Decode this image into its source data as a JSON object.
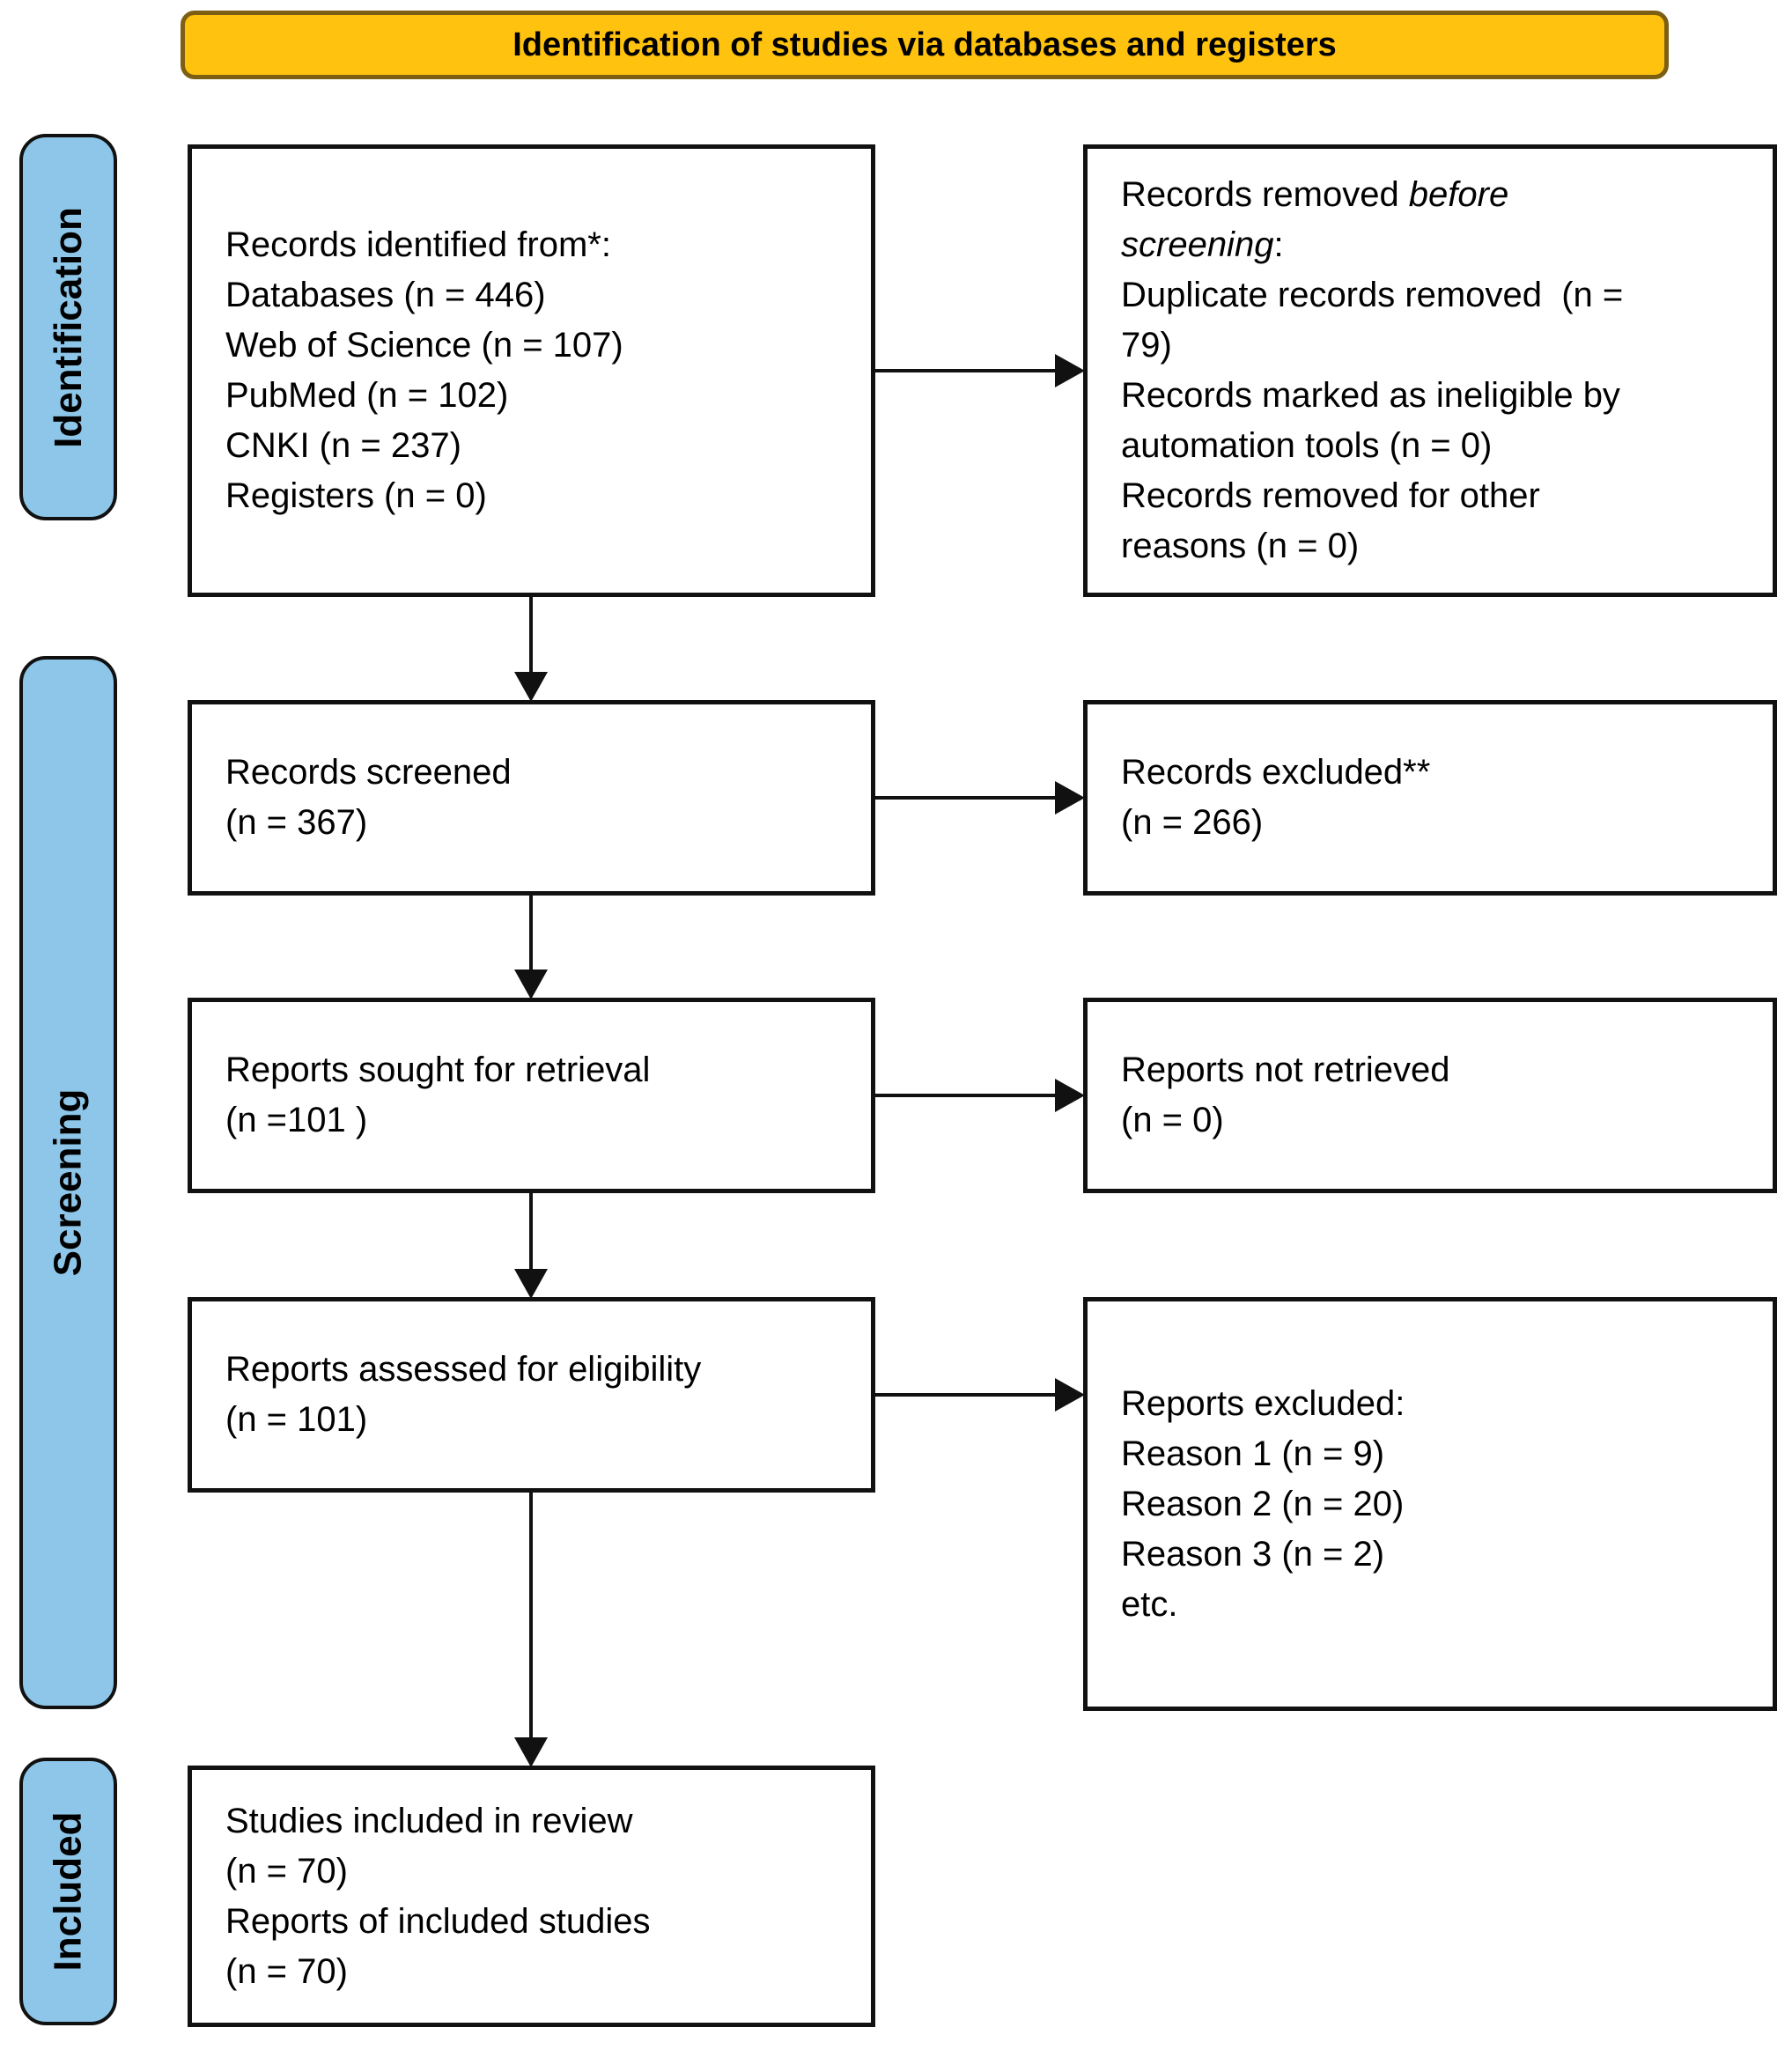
{
  "banner": {
    "title": "Identification of studies via databases and registers"
  },
  "colors": {
    "banner_fill": "#ffc20e",
    "banner_border": "#7d5f14",
    "stage_fill": "#8dc6e8",
    "box_border": "#111111",
    "background": "#ffffff"
  },
  "stages": {
    "identification": "Identification",
    "screening": "Screening",
    "included": "Included"
  },
  "boxes": {
    "records_identified": {
      "lines": [
        "Records identified from*:",
        "Databases (n = 446)",
        "Web of Science (n = 107)",
        "PubMed (n = 102)",
        "CNKI (n = 237)",
        "Registers (n = 0)"
      ]
    },
    "records_removed": {
      "line1_prefix": "Records removed ",
      "line1_italic": "before screening",
      "line1_suffix": ":",
      "lines": [
        "Duplicate records removed  (n = 79)",
        "Records marked as ineligible by automation tools (n = 0)",
        "Records removed for other reasons (n = 0)"
      ]
    },
    "records_screened": {
      "lines": [
        "Records screened",
        "(n = 367)"
      ]
    },
    "records_excluded": {
      "lines": [
        "Records excluded**",
        "(n = 266)"
      ]
    },
    "reports_sought": {
      "lines": [
        "Reports sought for retrieval",
        "(n =101 )"
      ]
    },
    "reports_not_retrieved": {
      "lines": [
        "Reports not retrieved",
        "(n = 0)"
      ]
    },
    "reports_assessed": {
      "lines": [
        "Reports assessed for eligibility",
        "(n = 101)"
      ]
    },
    "reports_excluded": {
      "lines": [
        "Reports excluded:",
        "Reason 1 (n = 9)",
        "Reason 2 (n = 20)",
        "Reason 3 (n = 2)",
        "etc."
      ]
    },
    "studies_included": {
      "lines": [
        "Studies included in review",
        "(n = 70)",
        "Reports of included studies",
        "(n = 70)"
      ]
    }
  }
}
